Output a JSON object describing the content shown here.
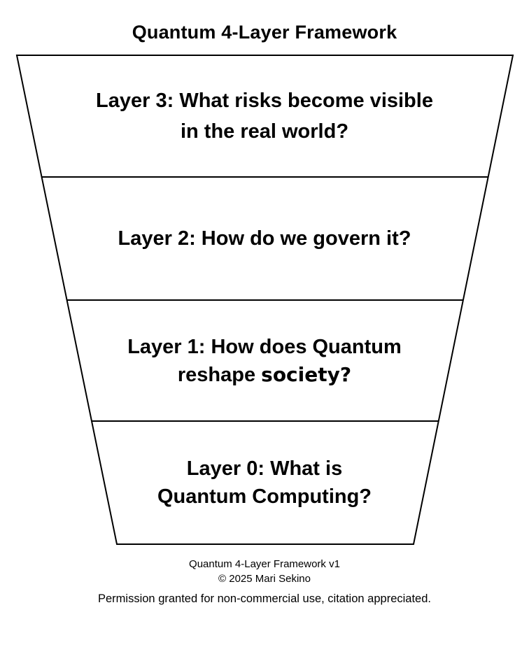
{
  "page": {
    "title": "Quantum 4-Layer Framework"
  },
  "funnel": {
    "stroke_color": "#000000",
    "fill_color": "#ffffff",
    "layers": [
      {
        "name": "layer-3",
        "line1": "Layer 3: What risks become visible",
        "line2": "in the real world?"
      },
      {
        "name": "layer-2",
        "line1": "Layer 2: How do we govern it?"
      },
      {
        "name": "layer-1",
        "line1": "Layer 1: How does Quantum",
        "line2_part1": "reshape ",
        "line2_part2": "society?"
      },
      {
        "name": "layer-0",
        "line1": "Layer 0: What is",
        "line2": "Quantum Computing?"
      }
    ]
  },
  "footer": {
    "version_line": "Quantum 4-Layer Framework v1",
    "copyright_line": "© 2025 Mari Sekino",
    "permission_line": "Permission granted for non-commercial use, citation appreciated."
  }
}
